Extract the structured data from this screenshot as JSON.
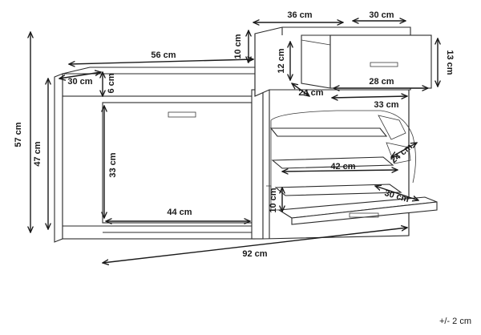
{
  "dimensions": {
    "drawer_width": "36 cm",
    "drawer_depth": "30 cm",
    "drawer_unit_height": "10 cm",
    "drawer_front_height": "12 cm",
    "drawer_side_height": "13 cm",
    "drawer_inner_width": "28 cm",
    "drawer_inner_depth": "24 cm",
    "drawer_outer_width": "33 cm",
    "bench_width": "56 cm",
    "bench_depth": "30 cm",
    "bench_top": "6 cm",
    "total_height": "57 cm",
    "body_height": "47 cm",
    "door_height": "33 cm",
    "door_width": "44 cm",
    "shelf_width": "42 cm",
    "shelf_depth": "24 cm",
    "flap_depth": "30 cm",
    "flap_height": "10 cm",
    "total_width": "92 cm"
  },
  "tolerance": "+/- 2 cm"
}
